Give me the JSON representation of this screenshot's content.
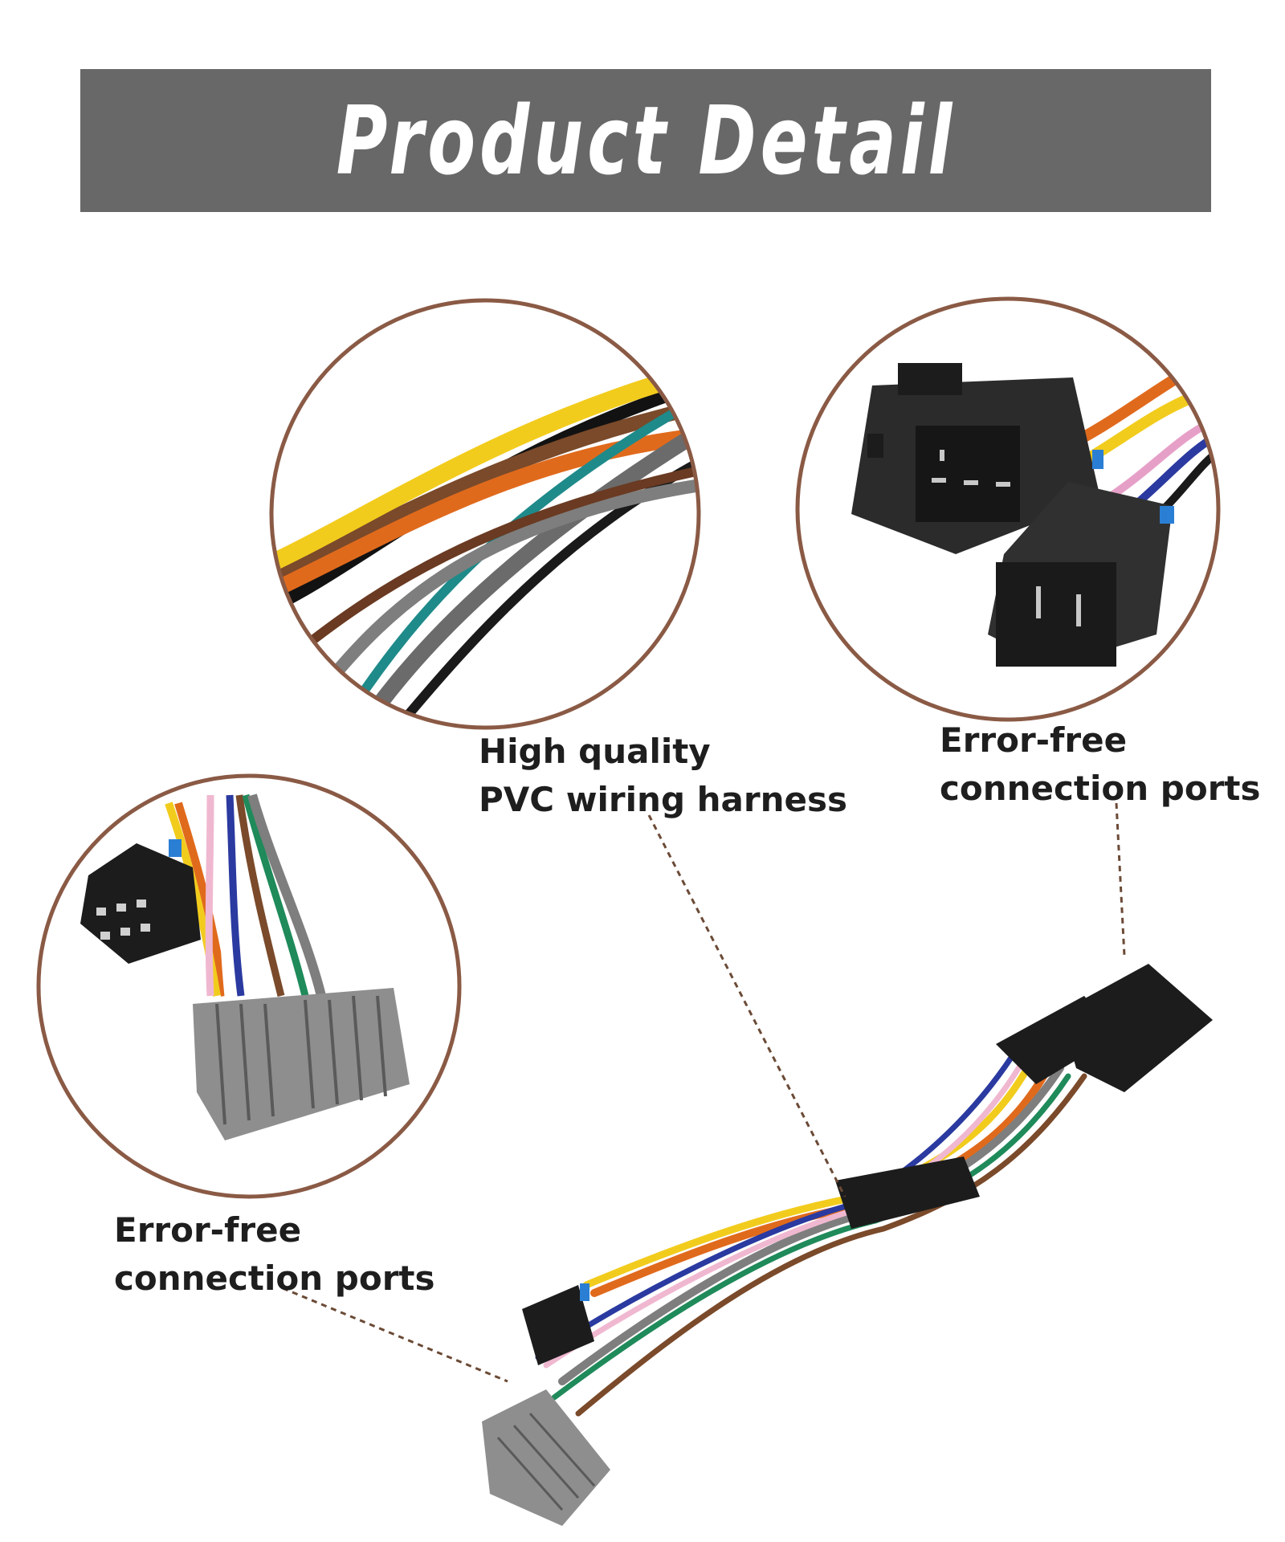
{
  "banner": {
    "title": "Product Detail"
  },
  "callouts": {
    "wiring": {
      "line1": "High quality",
      "line2": "PVC wiring harness"
    },
    "right_ports": {
      "line1": "Error-free",
      "line2": "connection ports"
    },
    "left_ports": {
      "line1": "Error-free",
      "line2": "connection ports"
    }
  },
  "colors": {
    "banner_bg": "#686868",
    "ring_border": "#8a5a45",
    "leader_line": "#6b4a36"
  }
}
